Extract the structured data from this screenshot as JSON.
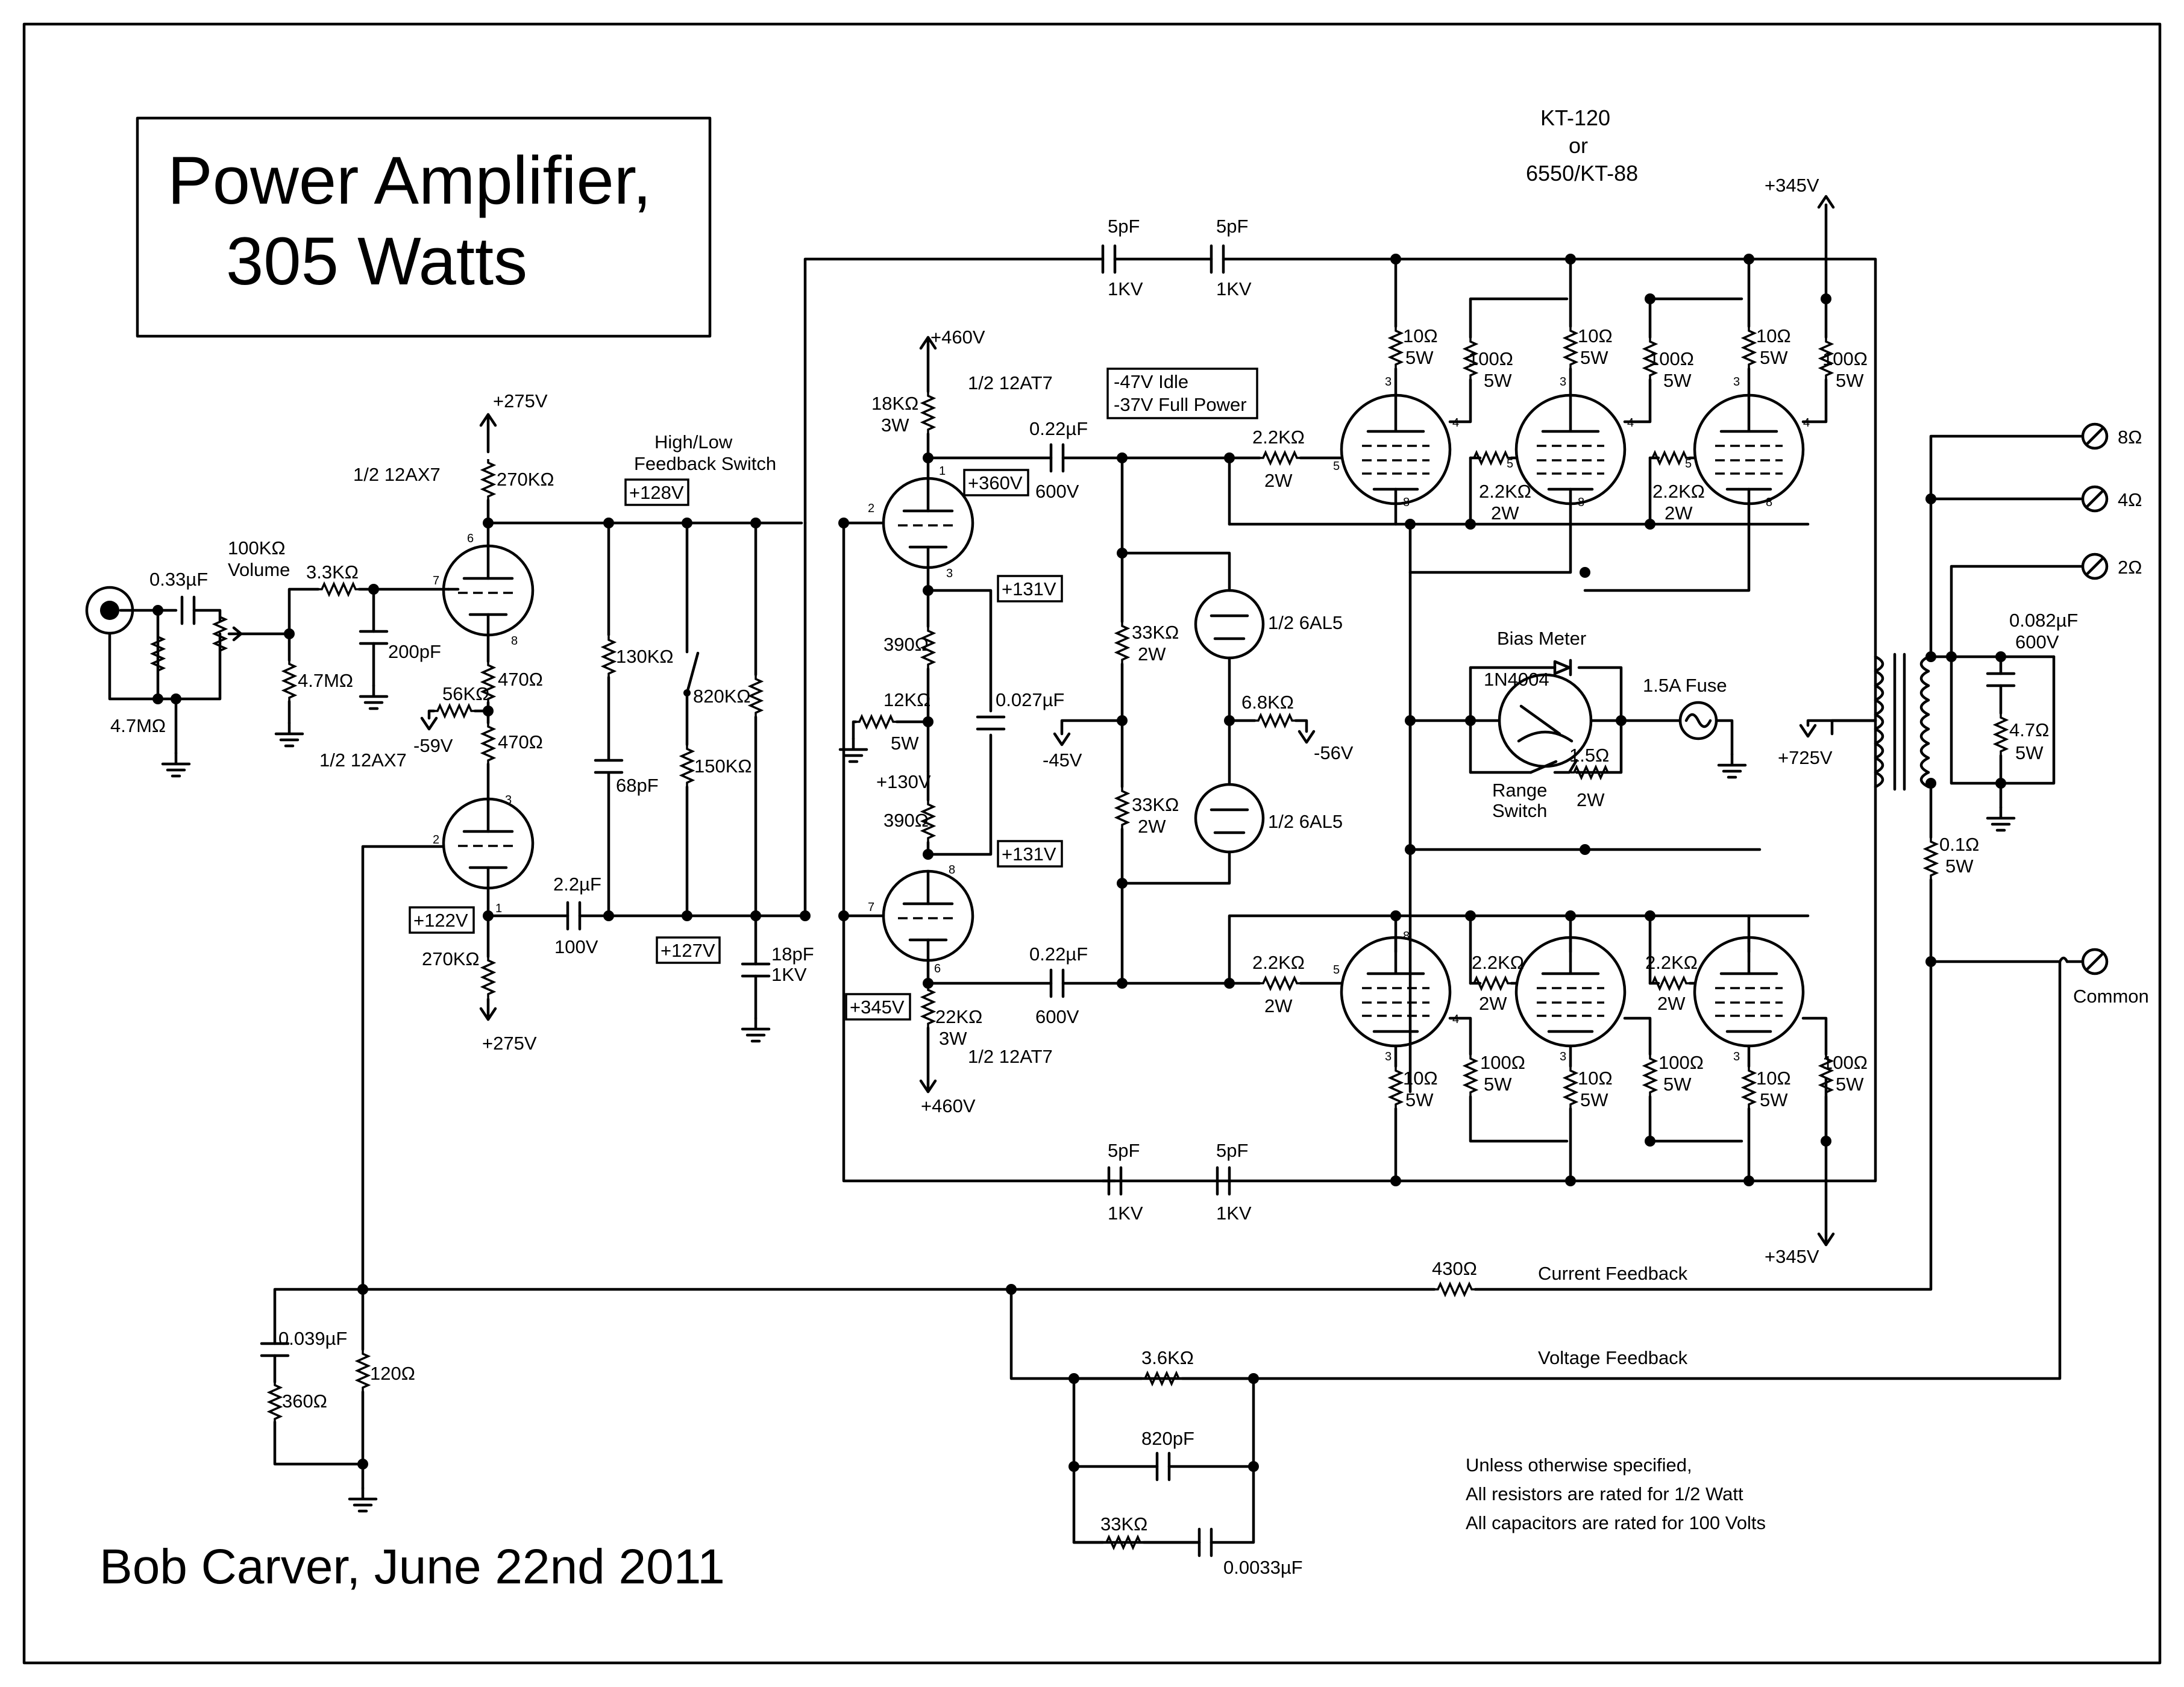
{
  "title": {
    "line1": "Power Amplifier,",
    "line2": "305 Watts"
  },
  "author": "Bob Carver, June 22nd 2011",
  "tubes": {
    "v1a": "1/2 12AX7",
    "v1b": "1/2 12AX7",
    "v2a": "1/2 12AT7",
    "v2b": "1/2 12AT7",
    "d1": "1/2 6AL5",
    "d2": "1/2 6AL5",
    "output_1": "KT-120",
    "output_2": "or",
    "output_3": "6550/KT-88"
  },
  "pins": {
    "p1": "1",
    "p2": "2",
    "p3": "3",
    "p4": "4",
    "p5": "5",
    "p6": "6",
    "p7": "7",
    "p8": "8"
  },
  "voltages": {
    "b275_top": "+275V",
    "b275_bot": "+275V",
    "b460_top": "+460V",
    "b460_bot": "+460V",
    "b345_top": "+345V",
    "b345_bot": "+345V",
    "n59": "-59V",
    "n45": "-45V",
    "n56": "-56V",
    "b725": "+725V",
    "b130": "+130V"
  },
  "boxed": {
    "v128": "+128V",
    "v360": "+360V",
    "v131a": "+131V",
    "v131b": "+131V",
    "v122": "+122V",
    "v127": "+127V",
    "v345": "+345V"
  },
  "bias_note": {
    "idle": "-47V Idle",
    "full": "-37V Full Power"
  },
  "components": {
    "c033": "0.33µF",
    "vol_a": "100KΩ",
    "vol_b": "Volume",
    "r33k": "3.3KΩ",
    "r47m_a": "4.7MΩ",
    "r47m_b": "4.7MΩ",
    "c200p": "200pF",
    "r270k_a": "270KΩ",
    "r270k_b": "270KΩ",
    "r470_a": "470Ω",
    "r470_b": "470Ω",
    "r56k": "56KΩ",
    "fb_sw_a": "High/Low",
    "fb_sw_b": "Feedback Switch",
    "r130k": "130KΩ",
    "c68p": "68pF",
    "r820k": "820KΩ",
    "r150k": "150KΩ",
    "c22u": "2.2µF",
    "c22u_v": "100V",
    "c18p": "18pF",
    "c18p_v": "1KV",
    "r18k": "18KΩ",
    "r18k_w": "3W",
    "r22k": "22KΩ",
    "r22k_w": "3W",
    "r390_a": "390Ω",
    "r390_b": "390Ω",
    "r12k": "12KΩ",
    "r12k_w": "5W",
    "c027u": "0.027µF",
    "c022u_a": "0.22µF",
    "c022u_a_v": "600V",
    "c022u_b": "0.22µF",
    "c022u_b_v": "600V",
    "r33k_a": "33KΩ",
    "r33k_a_w": "2W",
    "r33k_b": "33KΩ",
    "r33k_b_w": "2W",
    "r68k": "6.8KΩ",
    "c5p_a": "5pF",
    "c5p_a_v": "1KV",
    "c5p_b": "5pF",
    "c5p_b_v": "1KV",
    "c5p_c": "5pF",
    "c5p_c_v": "1KV",
    "c5p_d": "5pF",
    "c5p_d_v": "1KV",
    "r22g_1": "2.2KΩ",
    "r22g_1w": "2W",
    "r22g_2": "2.2KΩ",
    "r22g_2w": "2W",
    "r22g_3": "2.2KΩ",
    "r22g_3w": "2W",
    "r22g_4": "2.2KΩ",
    "r22g_4w": "2W",
    "r22g_5": "2.2KΩ",
    "r22g_5w": "2W",
    "r22g_6": "2.2KΩ",
    "r22g_6w": "2W",
    "r10_1": "10Ω",
    "r10_1w": "5W",
    "r10_2": "10Ω",
    "r10_2w": "5W",
    "r10_3": "10Ω",
    "r10_3w": "5W",
    "r10_4": "10Ω",
    "r10_4w": "5W",
    "r10_5": "10Ω",
    "r10_5w": "5W",
    "r10_6": "10Ω",
    "r10_6w": "5W",
    "r100_1": "100Ω",
    "r100_1w": "5W",
    "r100_2": "100Ω",
    "r100_2w": "5W",
    "r100_3": "100Ω",
    "r100_3w": "5W",
    "r100_4": "100Ω",
    "r100_4w": "5W",
    "r100_5": "100Ω",
    "r100_5w": "5W",
    "r100_6": "100Ω",
    "r100_6w": "5W",
    "bias_meter": "Bias Meter",
    "diode": "1N4004",
    "r15": "1.5Ω",
    "r15_w": "2W",
    "range_a": "Range",
    "range_b": "Switch",
    "fuse": "1.5A Fuse",
    "c082u": "0.082µF",
    "c082u_v": "600V",
    "r47": "4.7Ω",
    "r47_w": "5W",
    "r01": "0.1Ω",
    "r01_w": "5W",
    "t8": "8Ω",
    "t4": "4Ω",
    "t2": "2Ω",
    "tcom": "Common",
    "r430": "430Ω",
    "current_fb": "Current Feedback",
    "voltage_fb": "Voltage Feedback",
    "c039u": "0.039µF",
    "r360": "360Ω",
    "r120": "120Ω",
    "r36k": "3.6KΩ",
    "c820p": "820pF",
    "r33k_c": "33KΩ",
    "c0033u": "0.0033µF"
  },
  "notes": {
    "line1": "Unless otherwise specified,",
    "line2": "All resistors are rated for 1/2 Watt",
    "line3": "All capacitors are rated for 100 Volts"
  }
}
